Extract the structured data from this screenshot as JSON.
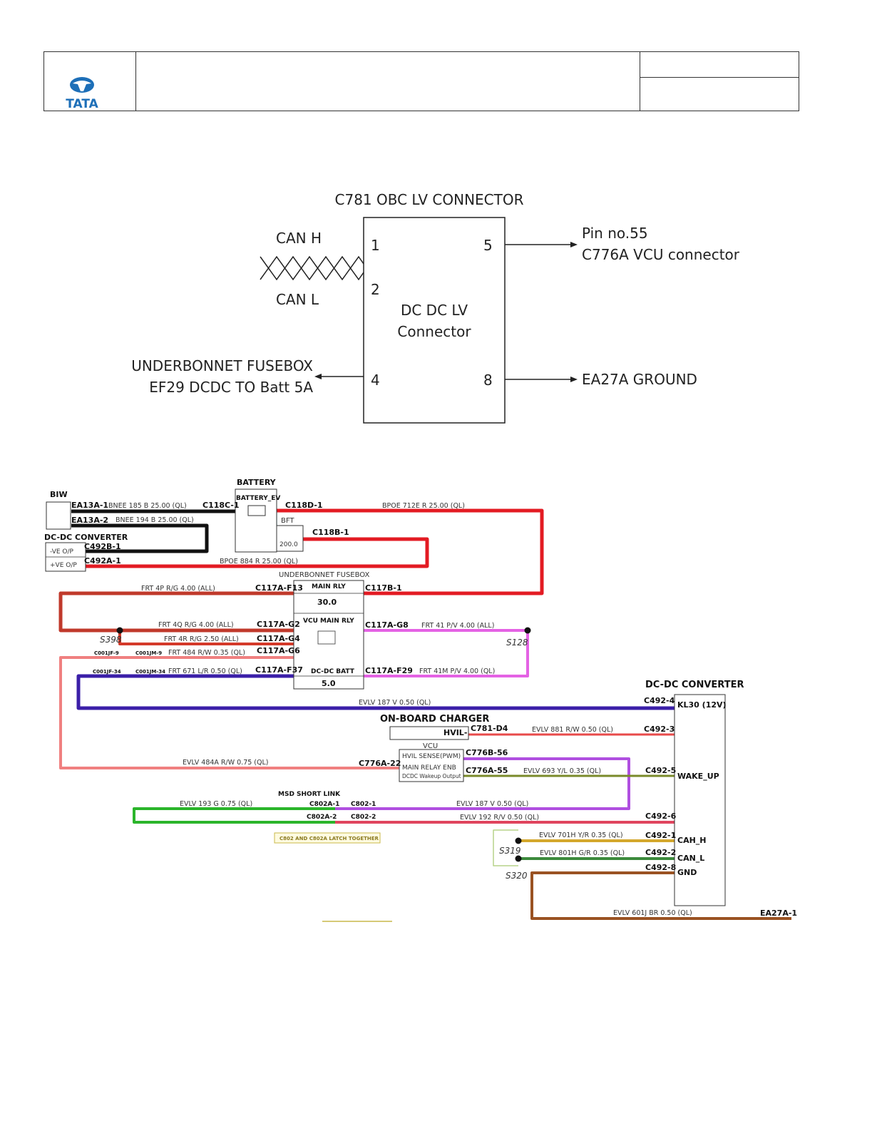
{
  "header": {
    "logo_text": "TATA",
    "logo_color": "#1d6fb8"
  },
  "block": {
    "title": "C781 OBC LV CONNECTOR",
    "box_label_1": "DC DC LV",
    "box_label_2": "Connector",
    "can_h": "CAN H",
    "can_l": "CAN L",
    "pin1": "1",
    "pin2": "2",
    "pin4": "4",
    "pin5": "5",
    "pin8": "8",
    "pin5_dest_1": "Pin no.55",
    "pin5_dest_2": "C776A VCU connector",
    "pin4_dest_1": "UNDERBONNET FUSEBOX",
    "pin4_dest_2": "EF29 DCDC TO Batt 5A",
    "pin8_dest": "EA27A GROUND"
  },
  "wiring": {
    "biw": "BIW",
    "battery": "BATTERY",
    "battery_ev": "BATTERY_EV",
    "bft": "BFT",
    "bft_value": "200.0",
    "dcdc_left": "DC-DC CONVERTER",
    "ve_neg": "-VE O/P",
    "ve_pos": "+VE O/P",
    "ea13a1": "EA13A-1",
    "ea13a2": "EA13A-2",
    "c118c1": "C118C-1",
    "c118d1": "C118D-1",
    "c118b1": "C118B-1",
    "c492b1": "C492B-1",
    "c492a1": "C492A-1",
    "w_bnee185": "BNEE   185   B   25.00   (QL)",
    "w_bnee194": "BNEE   194   B   25.00   (QL)",
    "w_bpoe712e": "BPOE   712E   R   25.00   (QL)",
    "w_bpoe884": "BPOE   884   R   25.00   (QL)",
    "ubfb": "UNDERBONNET FUSEBOX",
    "main_rly": "MAIN RLY",
    "main_rly_val": "30.0",
    "vcu_main_rly": "VCU MAIN RLY",
    "dcdc_batt": "DC-DC BATT",
    "dcdc_batt_val": "5.0",
    "c117af13": "C117A-F13",
    "c117b1": "C117B-1",
    "c117ag2": "C117A-G2",
    "c117ag4": "C117A-G4",
    "c117ag6": "C117A-G6",
    "c117ag8": "C117A-G8",
    "c117af37": "C117A-F37",
    "c117af29": "C117A-F29",
    "w_frt4p": "FRT   4P   R/G   4.00   (ALL)",
    "w_frt4q": "FRT   4Q   R/G   4.00   (ALL)",
    "w_frt4r": "FRT   4R   R/G   2.50   (ALL)",
    "w_frt484": "FRT   484   R/W   0.35   (QL)",
    "w_frt671": "FRT   671   L/R   0.50   (QL)",
    "w_frt41": "FRT   41   P/V   4.00   (ALL)",
    "w_frt41m": "FRT   41M   P/V   4.00   (QL)",
    "s398": "S398",
    "s128": "S128",
    "s319": "S319",
    "s320": "S320",
    "c001jf9": "C001JF-9",
    "c001jm9": "C001JM-9",
    "c001jf34": "C001JF-34",
    "c001jm34": "C001JM-34",
    "dcdc_right": "DC-DC CONVERTER",
    "kl30": "KL30 (12V)",
    "wake_up": "WAKE_UP",
    "cah_h": "CAH_H",
    "can_l": "CAN_L",
    "gnd": "GND",
    "c4924": "C492-4",
    "c4923": "C492-3",
    "c4925": "C492-5",
    "c4926": "C492-6",
    "c4921": "C492-1",
    "c4922": "C492-2",
    "c4928": "C492-8",
    "w_evlv187a": "EVLV   187   V   0.50   (QL)",
    "obc": "ON-BOARD CHARGER",
    "hvil": "HVIL-",
    "c781d4": "C781-D4",
    "w_evlv881": "EVLV   881   R/W   0.50   (QL)",
    "vcu": "VCU",
    "hvil_sense": "HVIL SENSE(PWM)",
    "main_relay_enb": "MAIN RELAY ENB",
    "dcdc_wakeup": "DCDC Wakeup Output",
    "c776b56": "C776B-56",
    "c776a55": "C776A-55",
    "c776a22": "C776A-22",
    "w_evlv484a": "EVLV   484A   R/W   0.75   (QL)",
    "w_evlv693": "EVLV   693   Y/L   0.35   (QL)",
    "msd": "MSD SHORT LINK",
    "c802a1": "C802A-1",
    "c802a2": "C802A-2",
    "c8021": "C802-1",
    "c8022": "C802-2",
    "w_evlv193": "EVLV   193   G   0.75   (QL)",
    "w_evlv187b": "EVLV   187   V   0.50   (QL)",
    "w_evlv192": "EVLV   192   R/V   0.50   (QL)",
    "latch_note": "C802 AND C802A LATCH TOGETHER",
    "w_evlv701h": "EVLV   701H   Y/R   0.35   (QL)",
    "w_evlv801h": "EVLV   801H   G/R   0.35   (QL)",
    "w_evlv601j": "EVLV   601J   BR   0.50   (QL)",
    "ea27a1": "EA27A-1"
  },
  "colors": {
    "black": "#111111",
    "red": "#e31b23",
    "brown_red": "#c0392b",
    "pink": "#e36b6b",
    "magenta": "#e462e4",
    "navy": "#3b1fa8",
    "violet": "#b04fe0",
    "green": "#2bb52b",
    "olive": "#7a8a2a",
    "gold": "#d4a72c",
    "dark_green": "#3c8a3c",
    "brown": "#9a5222",
    "cyan": "#2aa7b8"
  }
}
